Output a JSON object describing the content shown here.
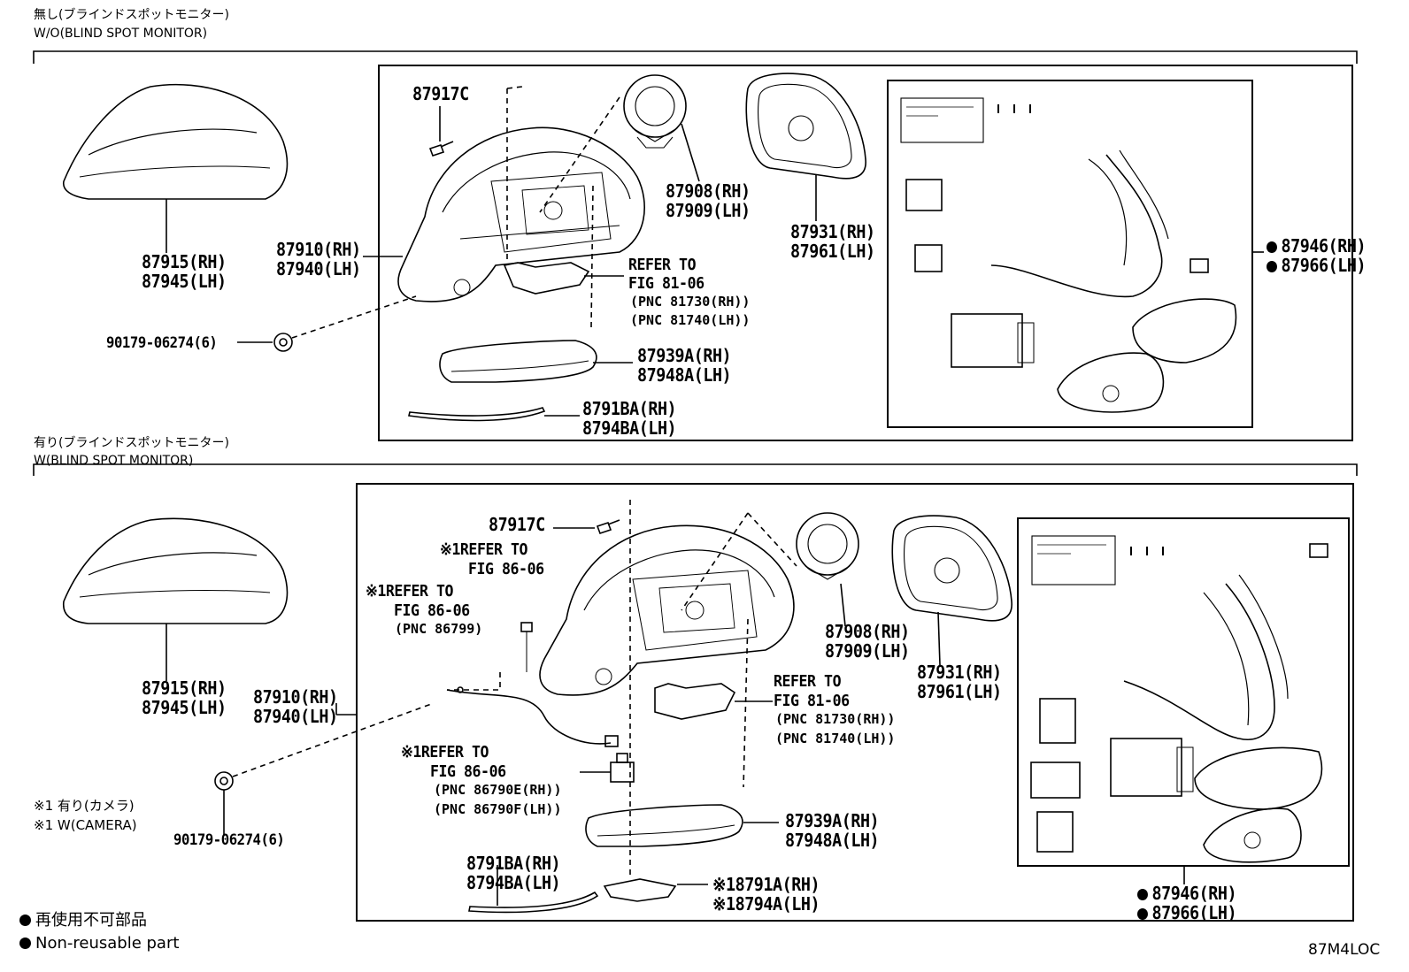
{
  "colors": {
    "line": "#000000",
    "background": "#ffffff"
  },
  "drawing_code": "87M4LOC",
  "sections": [
    {
      "header_jp": "無し(ブラインドスポットモニター)",
      "header_en": "W/O(BLIND SPOT MONITOR)",
      "parts": {
        "cover_rh": "87915(RH)",
        "cover_lh": "87945(LH)",
        "clip": "90179-06274(6)",
        "mirror_rh": "87910(RH)",
        "mirror_lh": "87940(LH)",
        "screw": "87917C",
        "actuator_rh": "87908(RH)",
        "actuator_lh": "87909(LH)",
        "glass_rh": "87931(RH)",
        "glass_lh": "87961(LH)",
        "kit_rh": "87946(RH)",
        "kit_lh": "87966(LH)",
        "refer_1": "REFER TO",
        "refer_1b": "FIG 81-06",
        "pnc_1": "(PNC 81730(RH))",
        "pnc_2": "(PNC 81740(LH))",
        "lamp_rh": "87939A(RH)",
        "lamp_lh": "87948A(LH)",
        "garnish_rh": "8791BA(RH)",
        "garnish_lh": "8794BA(LH)"
      }
    },
    {
      "header_jp": "有り(ブラインドスポットモニター)",
      "header_en": "W(BLIND SPOT MONITOR)",
      "parts": {
        "cover_rh": "87915(RH)",
        "cover_lh": "87945(LH)",
        "clip": "90179-06274(6)",
        "mirror_rh": "87910(RH)",
        "mirror_lh": "87940(LH)",
        "screw": "87917C",
        "actuator_rh": "87908(RH)",
        "actuator_lh": "87909(LH)",
        "glass_rh": "87931(RH)",
        "glass_lh": "87961(LH)",
        "kit_rh": "87946(RH)",
        "kit_lh": "87966(LH)",
        "cam_refer_a1": "※1REFER TO",
        "cam_refer_a2": "FIG 86-06",
        "cam_refer_b1": "※1REFER TO",
        "cam_refer_b2": "FIG 86-06",
        "cam_pnc_b": "(PNC 86799)",
        "cam_refer_c1": "※1REFER TO",
        "cam_refer_c2": "FIG 86-06",
        "cam_pnc_c1": "(PNC 86790E(RH))",
        "cam_pnc_c2": "(PNC 86790F(LH))",
        "refer_1": "REFER TO",
        "refer_1b": "FIG 81-06",
        "pnc_1": "(PNC 81730(RH))",
        "pnc_2": "(PNC 81740(LH))",
        "lamp_rh": "87939A(RH)",
        "lamp_lh": "87948A(LH)",
        "garnish_rh": "8791BA(RH)",
        "garnish_lh": "8794BA(LH)",
        "cam_cover_rh": "※18791A(RH)",
        "cam_cover_lh": "※18794A(LH)"
      }
    }
  ],
  "notes": {
    "camera_jp": "※1 有り(カメラ)",
    "camera_en": "※1 W(CAMERA)"
  },
  "legend": {
    "jp": "再使用不可部品",
    "en": "Non-reusable part"
  },
  "icons": {
    "non_reusable": "filled-circle-icon"
  }
}
